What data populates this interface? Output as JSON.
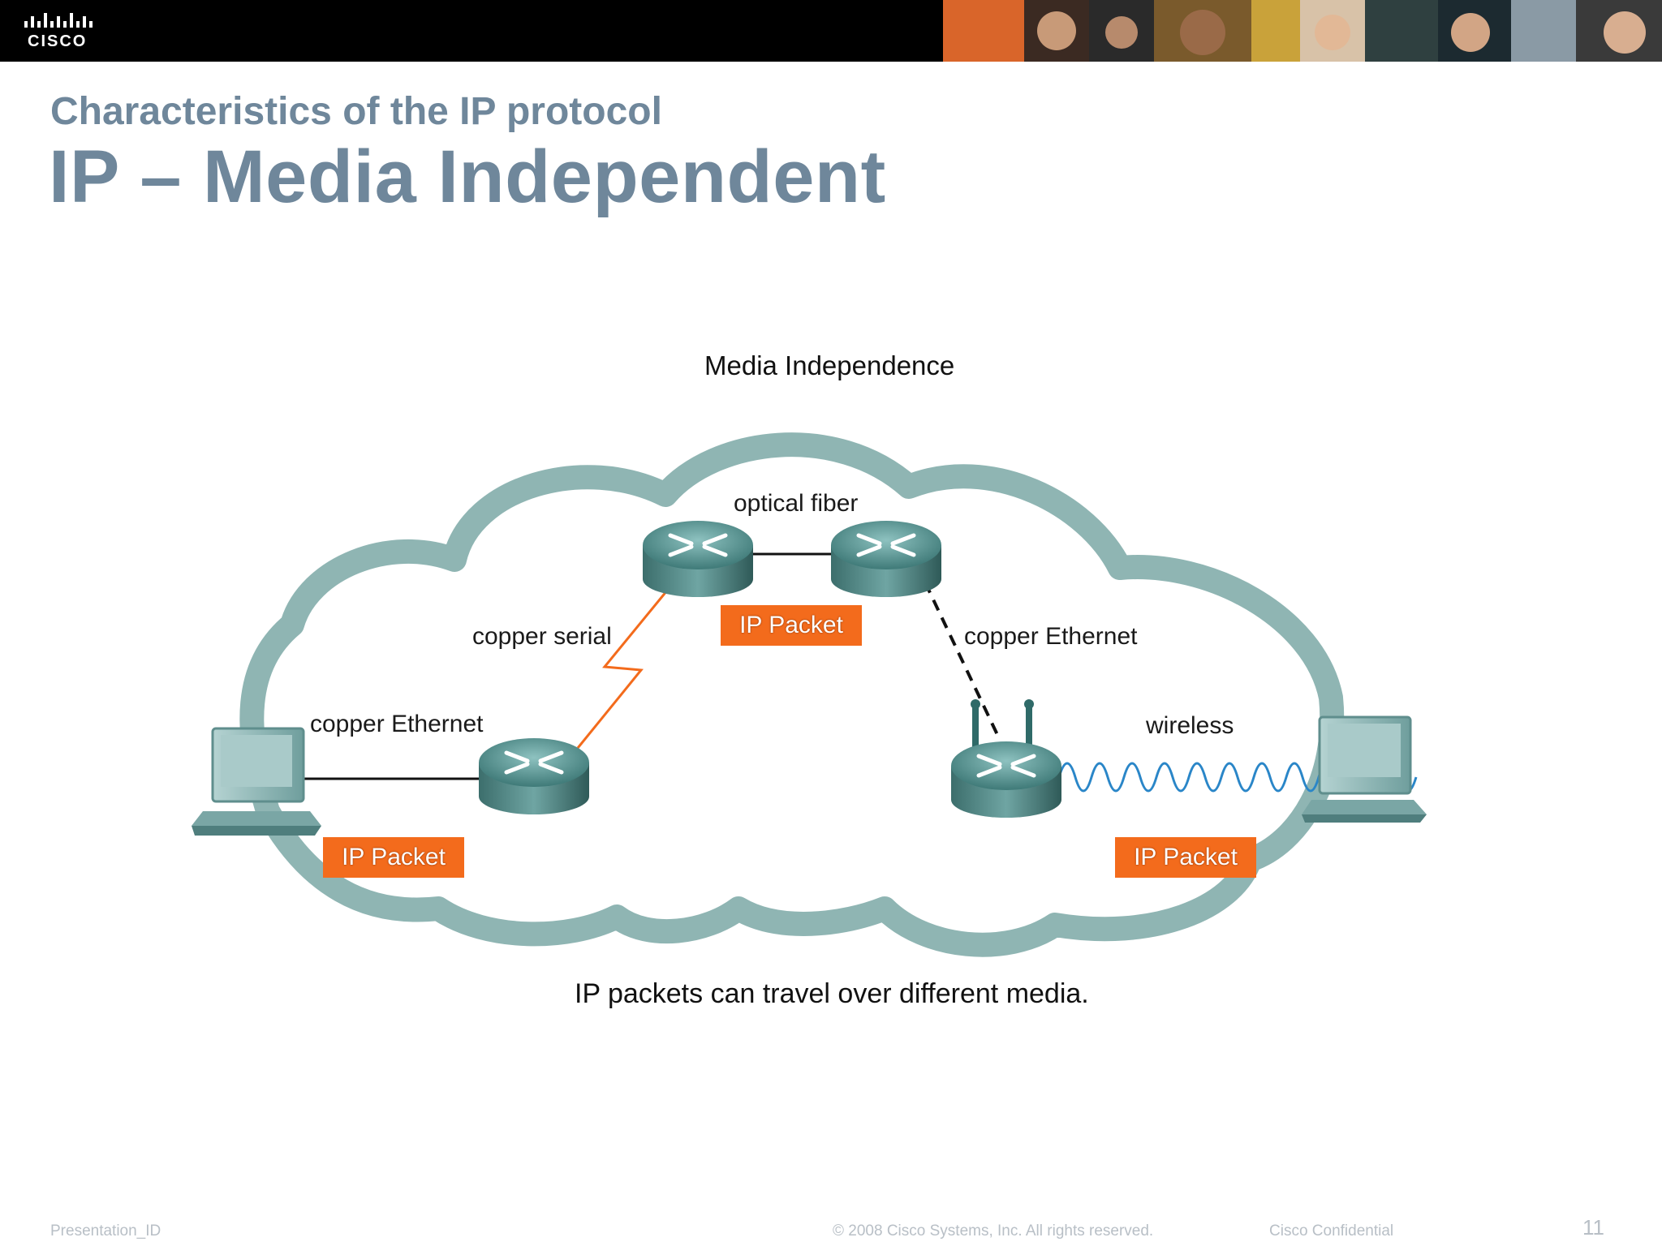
{
  "header": {
    "logo_text": "CISCO",
    "subtitle": "Characteristics of the IP protocol",
    "title": "IP – Media Independent"
  },
  "diagram": {
    "title": "Media Independence",
    "links": {
      "optical_fiber": "optical fiber",
      "copper_serial": "copper serial",
      "copper_ethernet_left": "copper Ethernet",
      "copper_ethernet_right": "copper Ethernet",
      "wireless": "wireless"
    },
    "packets": {
      "top": "IP Packet",
      "left": "IP Packet",
      "right": "IP Packet"
    },
    "colors": {
      "cloud": "#8fb5b3",
      "router": "#4f8a88",
      "packet": "#f36b1c",
      "serial_link": "#f36b1c",
      "wireless_wave": "#2a86c8"
    },
    "caption": "IP packets can travel over different media."
  },
  "footer": {
    "presentation_id": "Presentation_ID",
    "copyright": "© 2008 Cisco Systems, Inc. All rights reserved.",
    "confidential": "Cisco Confidential",
    "page_number": "11"
  }
}
